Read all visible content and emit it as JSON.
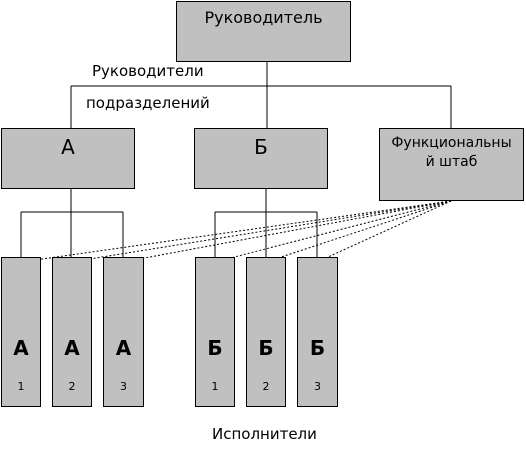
{
  "head": {
    "label": "Руководитель"
  },
  "managers_label": {
    "line1": "Руководители",
    "line2": "подразделений"
  },
  "unit_a": {
    "label": "А"
  },
  "unit_b": {
    "label": "Б"
  },
  "staff": {
    "label_line1": "Функциональны",
    "label_line2": "й штаб"
  },
  "executors": [
    {
      "letter": "А",
      "number": "1"
    },
    {
      "letter": "А",
      "number": "2"
    },
    {
      "letter": "А",
      "number": "3"
    },
    {
      "letter": "Б",
      "number": "1"
    },
    {
      "letter": "Б",
      "number": "2"
    },
    {
      "letter": "Б",
      "number": "3"
    }
  ],
  "executors_label": "Исполнители"
}
